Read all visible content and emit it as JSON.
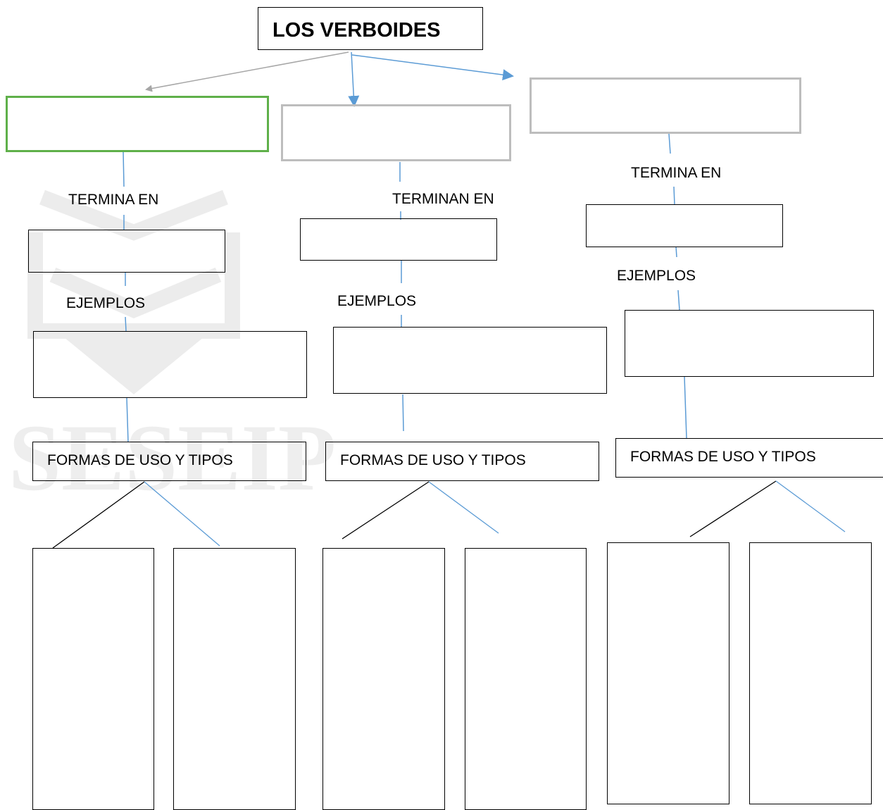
{
  "title": "LOS VERBOIDES",
  "columns": [
    {
      "id": "col-1",
      "connector_label": "TERMINA EN",
      "examples_label": "EJEMPLOS",
      "uses_label": "FORMAS DE USO Y TIPOS"
    },
    {
      "id": "col-2",
      "connector_label": "TERMINAN EN",
      "examples_label": "EJEMPLOS",
      "uses_label": "FORMAS DE USO Y TIPOS"
    },
    {
      "id": "col-3",
      "connector_label": "TERMINA EN",
      "examples_label": "EJEMPLOS",
      "uses_label": "FORMAS DE USO Y TIPOS"
    }
  ],
  "colors": {
    "line_blue": "#5b9bd5",
    "line_grey": "#a6a6a6",
    "border_grey": "#bdbdbd",
    "border_green": "#5fb04a",
    "watermark": "#e8e8e8"
  },
  "watermark_text": "SESEIP"
}
